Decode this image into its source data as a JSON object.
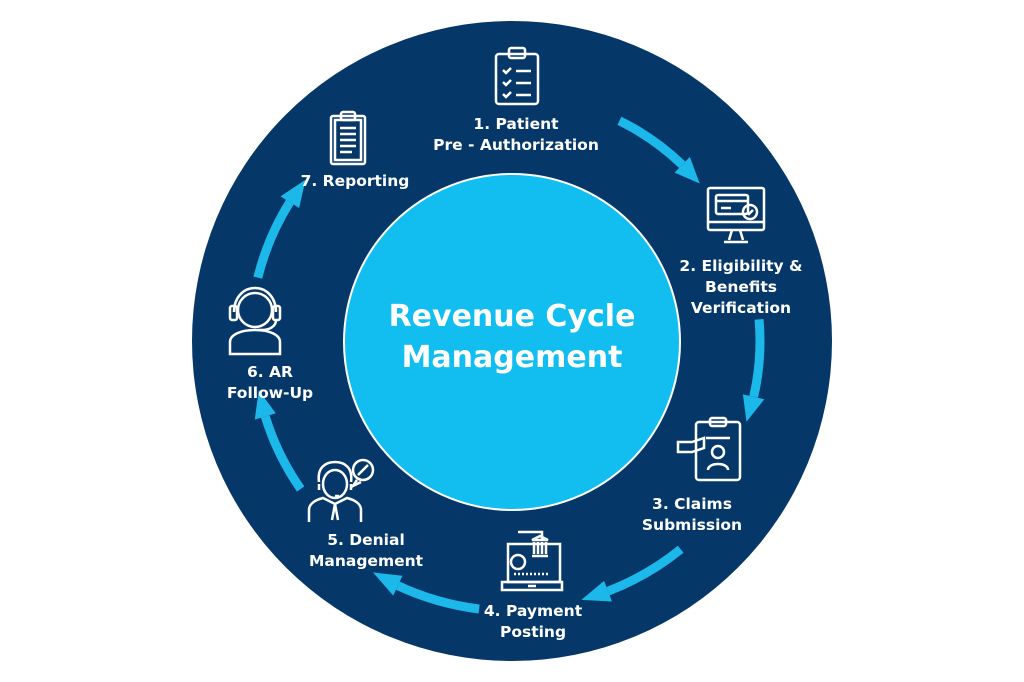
{
  "title": {
    "line1": "Revenue Cycle",
    "line2": "Management"
  },
  "steps": [
    {
      "line1": "1. Patient",
      "line2": "Pre - Authorization",
      "icon": "clipboard-checklist-icon"
    },
    {
      "line1": "2. Eligibility &",
      "line2": "Benefits",
      "line3": "Verification",
      "icon": "monitor-card-check-icon"
    },
    {
      "line1": "3. Claims",
      "line2": "Submission",
      "icon": "hand-id-clipboard-icon"
    },
    {
      "line1": "4. Payment",
      "line2": "Posting",
      "icon": "laptop-bank-payment-icon"
    },
    {
      "line1": "5. Denial",
      "line2": "Management",
      "icon": "agent-denied-icon"
    },
    {
      "line1": "6. AR",
      "line2": "Follow-Up",
      "icon": "headset-agent-icon"
    },
    {
      "line1": "7. Reporting",
      "icon": "report-clipboard-icon"
    }
  ],
  "colors": {
    "ring": "#053769",
    "center": "#12bdef",
    "arrow": "#1cb8ea",
    "text": "#ffffff"
  }
}
